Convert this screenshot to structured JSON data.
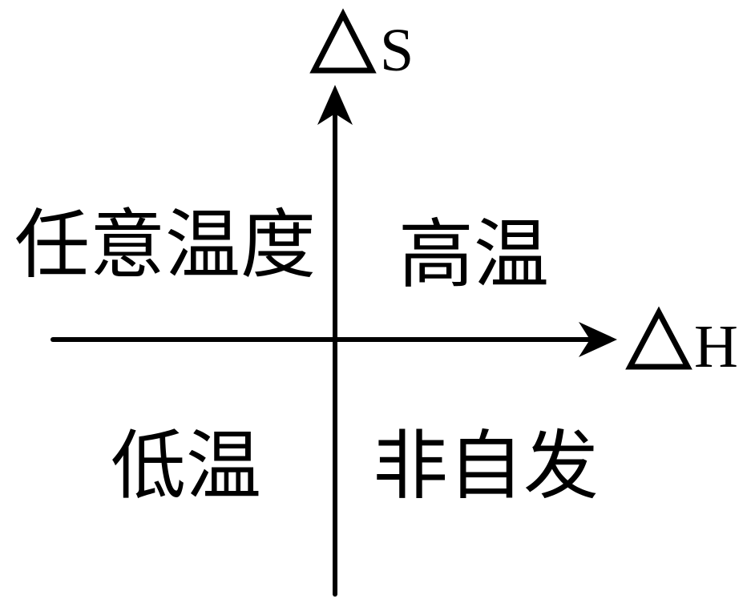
{
  "diagram": {
    "axes": {
      "vertical_label_symbol": "Δ",
      "vertical_label_letter": "S",
      "horizontal_label_symbol": "Δ",
      "horizontal_label_letter": "H"
    },
    "quadrants": {
      "top_left": "任意温度",
      "top_right": "高温",
      "bottom_left": "低温",
      "bottom_right": "非自发"
    },
    "colors": {
      "ink": "#000000",
      "background": "#ffffff"
    }
  }
}
